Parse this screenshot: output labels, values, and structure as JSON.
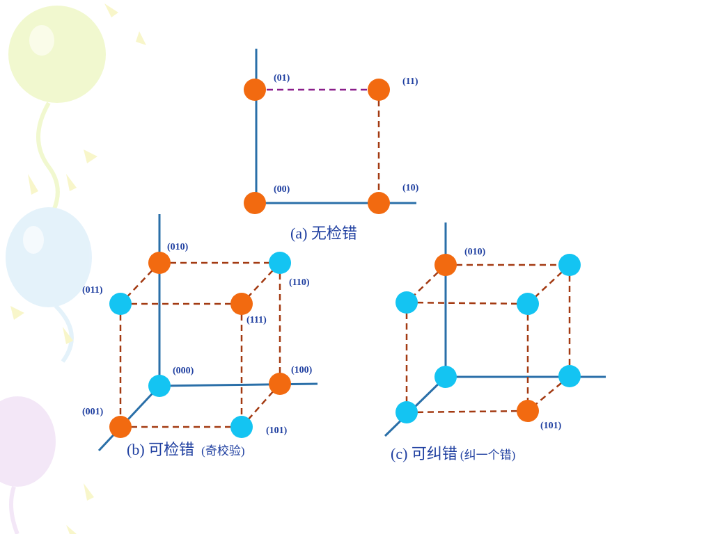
{
  "colors": {
    "axis": "#2a6fa8",
    "dashed_edge": "#a33a12",
    "dashed_edge_top": "#8a1e8a",
    "node_orange": "#f26a10",
    "node_cyan": "#14c4f2",
    "label": "#1f3fa0"
  },
  "diagram_a": {
    "caption": "(a) 无检错",
    "labels": {
      "n01": "(01)",
      "n11": "(11)",
      "n00": "(00)",
      "n10": "(10)"
    }
  },
  "diagram_b": {
    "caption_main": "(b) 可检错",
    "caption_note": "(奇校验)",
    "labels": {
      "n010": "(010)",
      "n011": "(011)",
      "n110": "(110)",
      "n111": "(111)",
      "n000": "(000)",
      "n100": "(100)",
      "n001": "(001)",
      "n101": "(101)"
    }
  },
  "diagram_c": {
    "caption_main": "(c) 可纠错",
    "caption_note": "(纠一个错)",
    "labels": {
      "n010": "(010)",
      "n101": "(101)"
    }
  }
}
